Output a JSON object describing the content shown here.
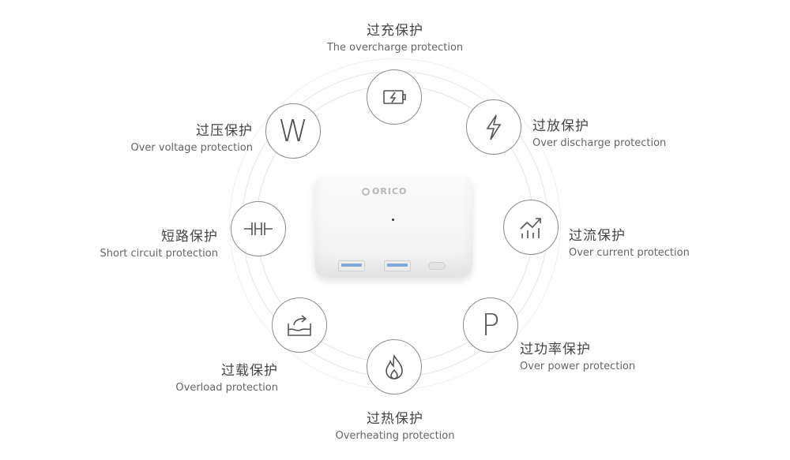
{
  "device": {
    "brand": "ORICO"
  },
  "features": [
    {
      "id": "overcharge",
      "cn": "过充保护",
      "en": "The overcharge protection",
      "icon": "battery-charge-icon"
    },
    {
      "id": "discharge",
      "cn": "过放保护",
      "en": "Over discharge protection",
      "icon": "lightning-icon"
    },
    {
      "id": "current",
      "cn": "过流保护",
      "en": "Over current protection",
      "icon": "rising-chart-icon"
    },
    {
      "id": "power",
      "cn": "过功率保护",
      "en": "Over power protection",
      "icon": "letter-p-icon",
      "glyph": "P"
    },
    {
      "id": "heating",
      "cn": "过热保护",
      "en": "Overheating protection",
      "icon": "flame-icon"
    },
    {
      "id": "overload",
      "cn": "过载保护",
      "en": "Overload protection",
      "icon": "overflow-tray-icon"
    },
    {
      "id": "short",
      "cn": "短路保护",
      "en": "Short circuit protection",
      "icon": "capacitor-icon"
    },
    {
      "id": "voltage",
      "cn": "过压保护",
      "en": "Over voltage protection",
      "icon": "letter-w-icon",
      "glyph": "W"
    }
  ]
}
